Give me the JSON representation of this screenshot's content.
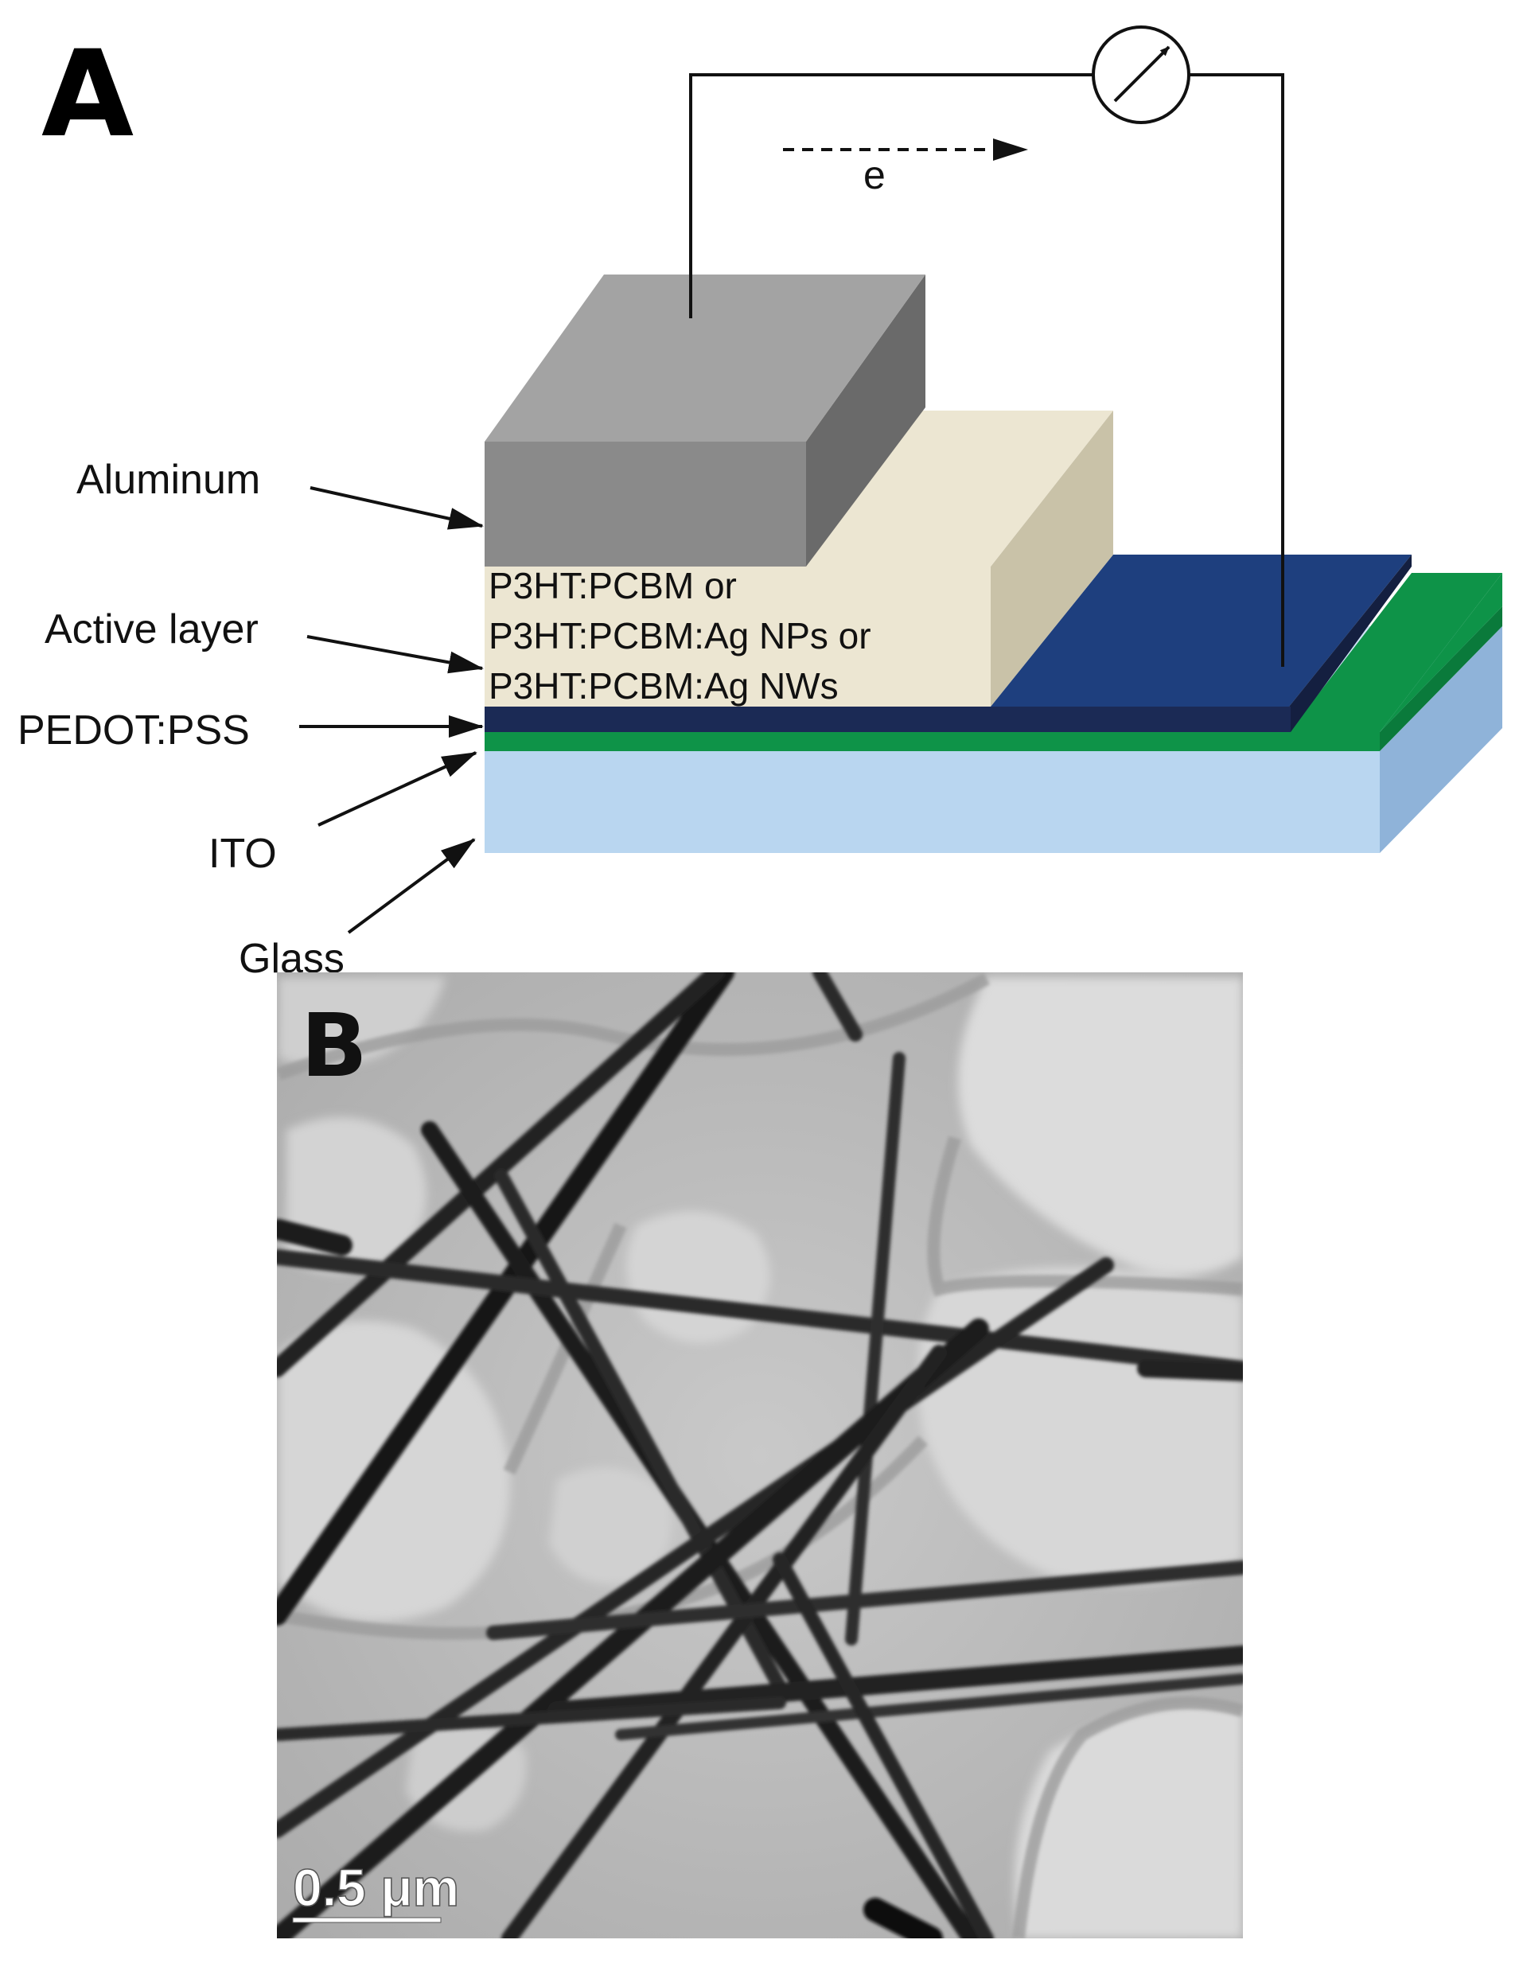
{
  "panel_a": {
    "letter": "A",
    "electron_label": "e",
    "labels": {
      "aluminum": "Aluminum",
      "active_layer": "Active layer",
      "pedot": "PEDOT:PSS",
      "ito": "ITO",
      "glass": "Glass"
    },
    "active_layer_text": [
      "P3HT:PCBM or",
      "P3HT:PCBM:Ag NPs or",
      "P3HT:PCBM:Ag NWs"
    ],
    "colors": {
      "aluminum_front": "#8a8a8a",
      "aluminum_top": "#a3a3a3",
      "aluminum_side": "#6a6a6a",
      "active_front": "#ece6d2",
      "active_top": "#ece6d2",
      "active_side": "#c9c2a8",
      "pedot": "#1b2a55",
      "pedot_top": "#1e3f7e",
      "ito": "#0e9348",
      "glass_front": "#b9d6f0",
      "glass_top": "#cfe3f5",
      "glass_side": "#8fb3d9"
    }
  },
  "panel_b": {
    "letter": "B",
    "scale_bar": "0.5 μm",
    "image_desc_icon": "tem-micrograph-ag-nanowires"
  }
}
